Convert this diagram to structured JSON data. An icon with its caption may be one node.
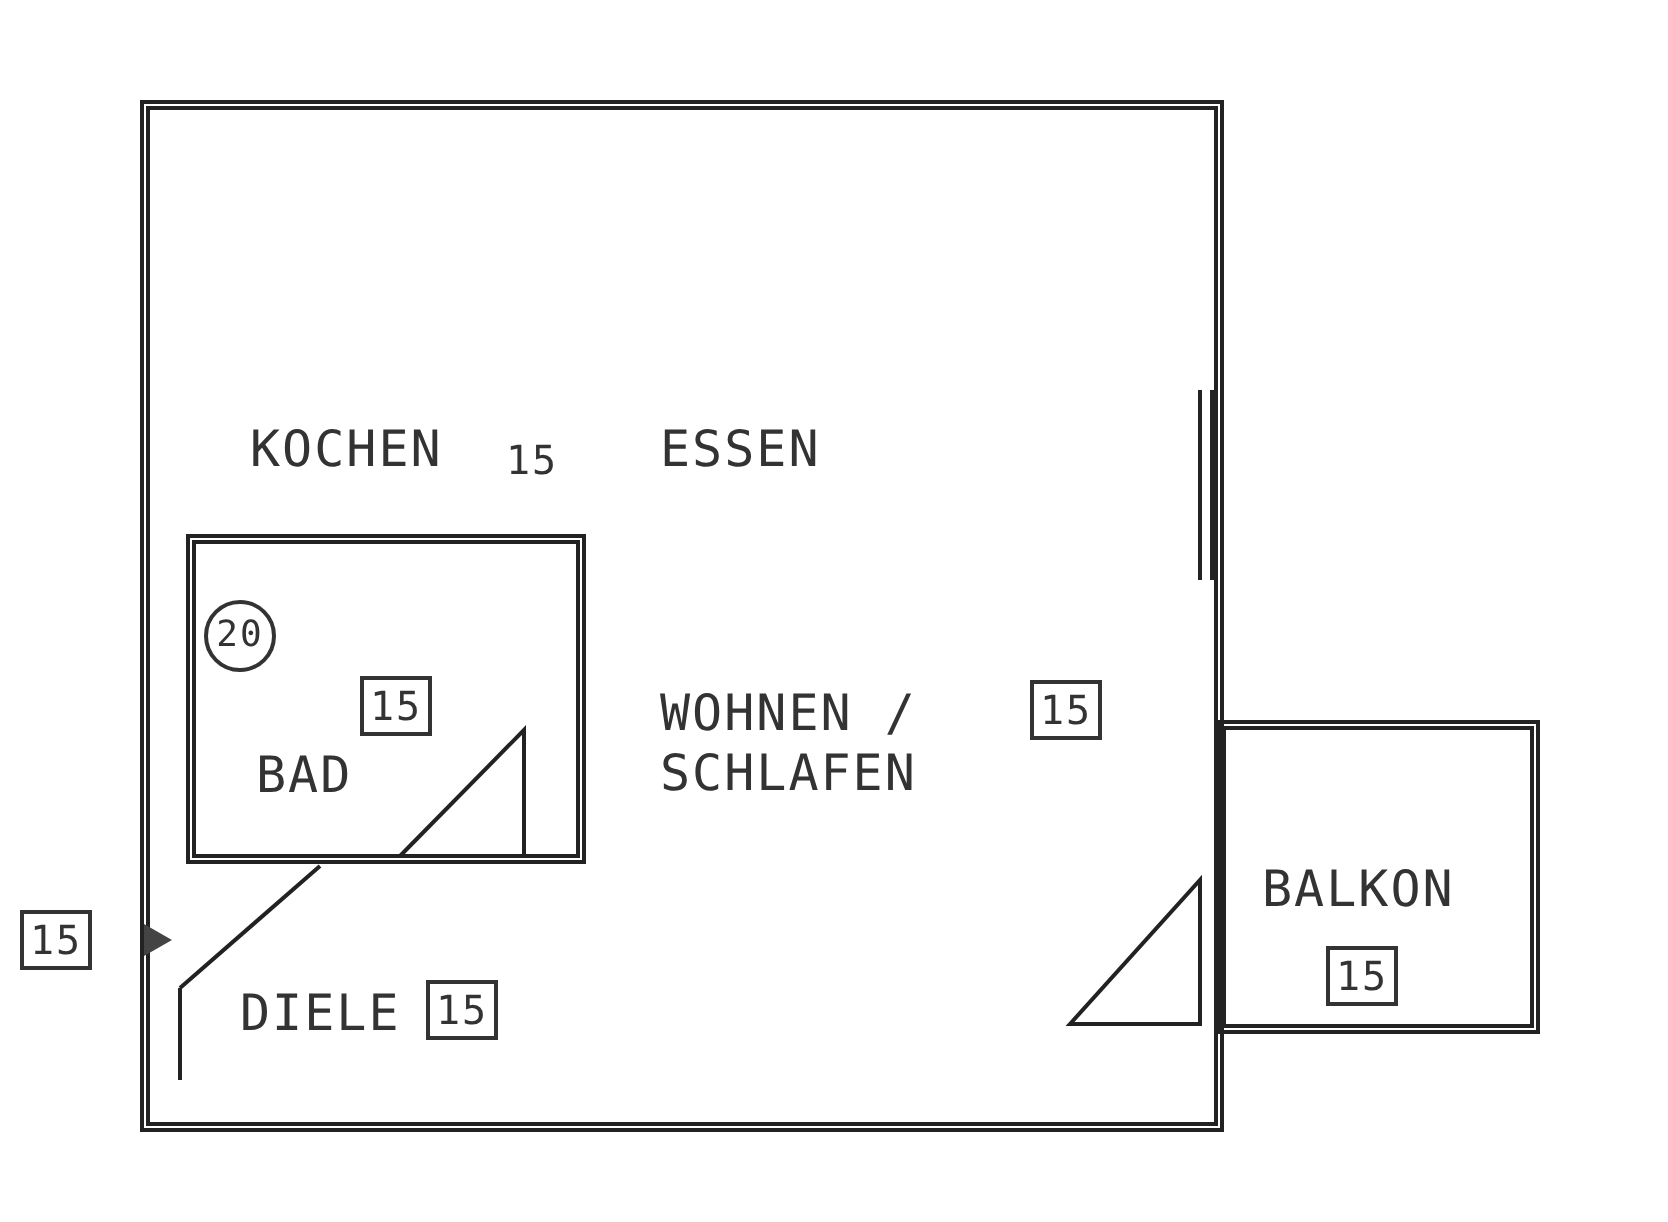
{
  "diagram": {
    "nodes": [
      {
        "text": [
          "KOCHEN",
          "15",
          "ESSEN",
          "WOHNEN / SCHLAFEN",
          "15"
        ]
      },
      {
        "text": [
          "20",
          "15",
          "BAD"
        ],
        "in": 0
      },
      {
        "text": [
          "BALKON",
          "15"
        ]
      }
    ],
    "labels": [
      "15",
      "DIELE",
      "15"
    ]
  }
}
